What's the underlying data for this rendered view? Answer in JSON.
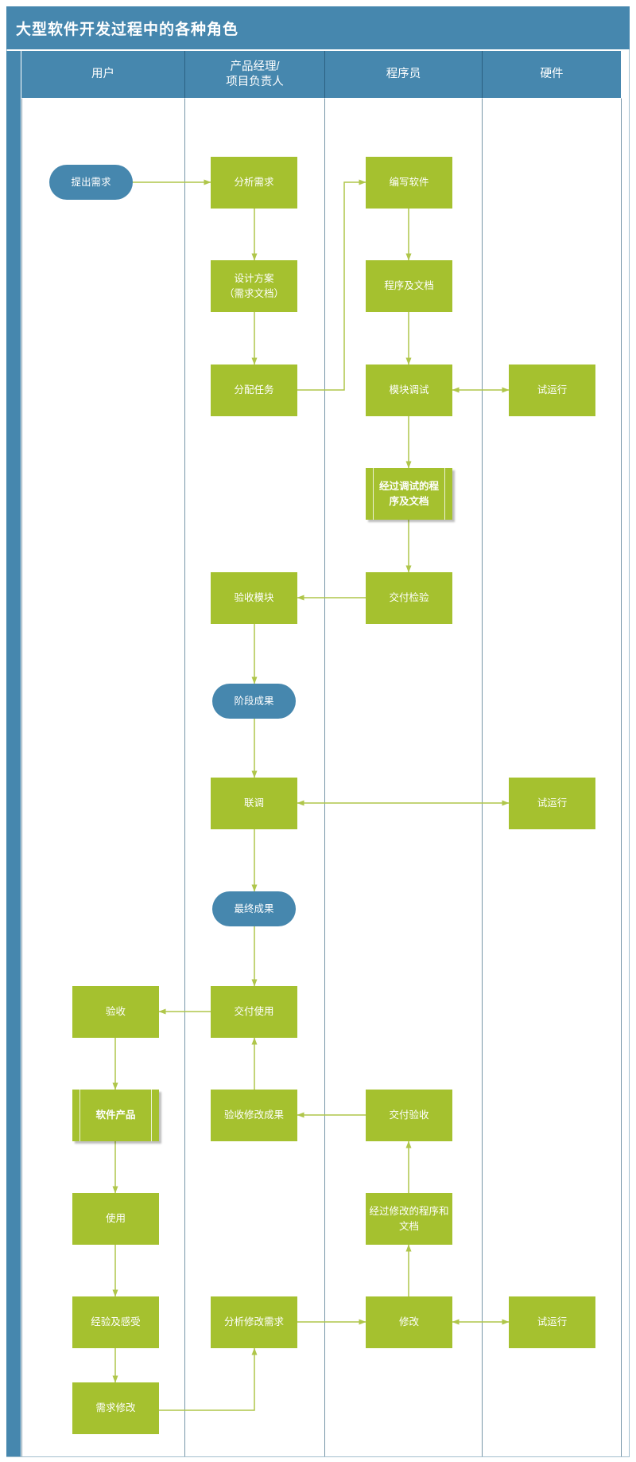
{
  "title": "大型软件开发过程中的各种角色",
  "lanes": [
    {
      "id": "user",
      "label": "用户"
    },
    {
      "id": "pm",
      "label": "产品经理/\n项目负责人"
    },
    {
      "id": "programmer",
      "label": "程序员"
    },
    {
      "id": "hardware",
      "label": "硬件"
    }
  ],
  "nodes": {
    "raise_requirement": {
      "label": "提出需求"
    },
    "analyze_requirement": {
      "label": "分析需求"
    },
    "write_software": {
      "label": "编写软件"
    },
    "design_plan": {
      "label": "设计方案\n（需求文档）"
    },
    "program_and_docs": {
      "label": "程序及文档"
    },
    "assign_tasks": {
      "label": "分配任务"
    },
    "module_debug": {
      "label": "模块调试"
    },
    "trial_run_1": {
      "label": "试运行"
    },
    "debugged_program_docs": {
      "label": "经过调试的程\n序及文档"
    },
    "accept_module": {
      "label": "验收模块"
    },
    "submit_inspection": {
      "label": "交付检验"
    },
    "stage_result": {
      "label": "阶段成果"
    },
    "joint_debug": {
      "label": "联调"
    },
    "trial_run_2": {
      "label": "试运行"
    },
    "final_result": {
      "label": "最终成果"
    },
    "acceptance": {
      "label": "验收"
    },
    "deliver_for_use": {
      "label": "交付使用"
    },
    "software_product": {
      "label": "软件产品"
    },
    "accept_modified_result": {
      "label": "验收修改成果"
    },
    "deliver_acceptance": {
      "label": "交付验收"
    },
    "use": {
      "label": "使用"
    },
    "modified_program_docs": {
      "label": "经过修改的程序和\n文档"
    },
    "experience_feedback": {
      "label": "经验及感受"
    },
    "analyze_modify_requirement": {
      "label": "分析修改需求"
    },
    "modify": {
      "label": "修改"
    },
    "trial_run_3": {
      "label": "试运行"
    },
    "requirement_change": {
      "label": "需求修改"
    }
  },
  "colors": {
    "header_blue": "#4687ae",
    "node_green": "#a5c12f",
    "connector_green": "#afc64a",
    "lane_line": "#7796a8",
    "frame": "#a3bfce"
  }
}
